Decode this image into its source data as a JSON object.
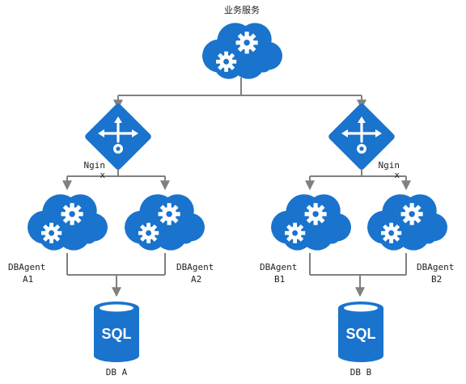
{
  "diagram": {
    "title": "业务服务",
    "routers": [
      {
        "label": "Ngin\nx"
      },
      {
        "label": "Ngin\nx"
      }
    ],
    "agents": [
      {
        "label_line1": "DBAgent",
        "label_line2": "A1"
      },
      {
        "label_line1": "DBAgent",
        "label_line2": "A2"
      },
      {
        "label_line1": "DBAgent",
        "label_line2": "B1"
      },
      {
        "label_line1": "DBAgent",
        "label_line2": "B2"
      }
    ],
    "databases": [
      {
        "label": "DB A",
        "badge": "SQL"
      },
      {
        "label": "DB B",
        "badge": "SQL"
      }
    ],
    "colors": {
      "primary": "#1a73cc",
      "connector": "#808080",
      "gear": "#ffffff"
    }
  }
}
